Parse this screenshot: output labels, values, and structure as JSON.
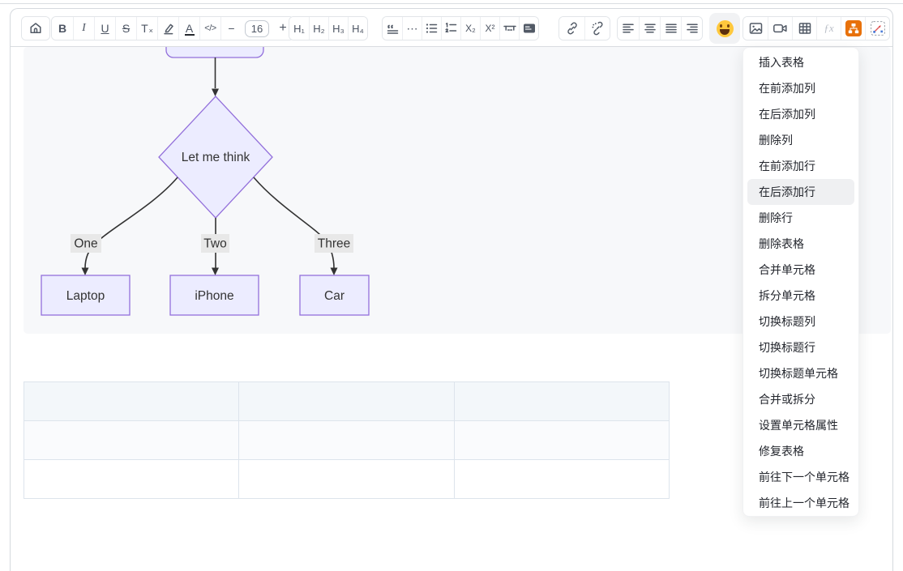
{
  "toolbar": {
    "bold_label": "B",
    "italic_label": "I",
    "underline_label": "U",
    "strike_label": "S",
    "clear_format_main": "T",
    "clear_format_mark": "×",
    "font_color_letter": "A",
    "code_label": "</>",
    "minus_label": "−",
    "font_size_value": "16",
    "plus_label": "+",
    "heading_labels": [
      "H₁",
      "H₂",
      "H₃",
      "H₄"
    ],
    "more_label": "⋯",
    "subscript_label": "X₂",
    "superscript_label": "X²",
    "formula_glyph": "ƒx"
  },
  "icons": {
    "left_group": [
      "home",
      "bold",
      "italic",
      "underline",
      "strikethrough",
      "clear-format",
      "highlight-pen",
      "font-color",
      "inline-code",
      "font-size-minus",
      "font-size-value",
      "font-size-plus"
    ],
    "middle_groups": [
      "heading-1",
      "heading-2",
      "heading-3",
      "heading-4",
      "blockquote",
      "more",
      "bullet-list",
      "ordered-list",
      "subscript",
      "superscript",
      "divider",
      "code-block",
      "link",
      "unlink",
      "align-left",
      "align-center",
      "align-justify",
      "align-right"
    ],
    "emoji_button": "grinning-face",
    "right_group": [
      "image",
      "video",
      "table",
      "formula",
      "flowchart",
      "diagram"
    ]
  },
  "colors": {
    "accent_orange": "#E8710A",
    "toolbar_icon": "#525A66",
    "menu_highlight": "#EFF0F2",
    "mermaid_node_fill": "#ECECFF",
    "mermaid_node_border": "#9370DB",
    "mermaid_edge_line": "#333333",
    "mermaid_edge_label_bg": "#E8E8E8",
    "mermaid_canvas_bg": "#F7F8FA",
    "table_header_bg": "#F3F7FA",
    "table_border": "#DDE4EC"
  },
  "flowchart": {
    "decision_label": "Let me think",
    "edge_labels": [
      "One",
      "Two",
      "Three"
    ],
    "leaf_labels": [
      "Laptop",
      "iPhone",
      "Car"
    ]
  },
  "content_table": {
    "rows": 3,
    "cols": 3,
    "cells": [
      [
        "",
        "",
        ""
      ],
      [
        "",
        "",
        ""
      ],
      [
        "",
        "",
        ""
      ]
    ]
  },
  "table_menu": {
    "active_item": "在后添加行",
    "active_index": 5,
    "items": [
      "插入表格",
      "在前添加列",
      "在后添加列",
      "删除列",
      "在前添加行",
      "在后添加行",
      "删除行",
      "删除表格",
      "合并单元格",
      "拆分单元格",
      "切换标题列",
      "切换标题行",
      "切换标题单元格",
      "合并或拆分",
      "设置单元格属性",
      "修复表格",
      "前往下一个单元格",
      "前往上一个单元格"
    ]
  }
}
